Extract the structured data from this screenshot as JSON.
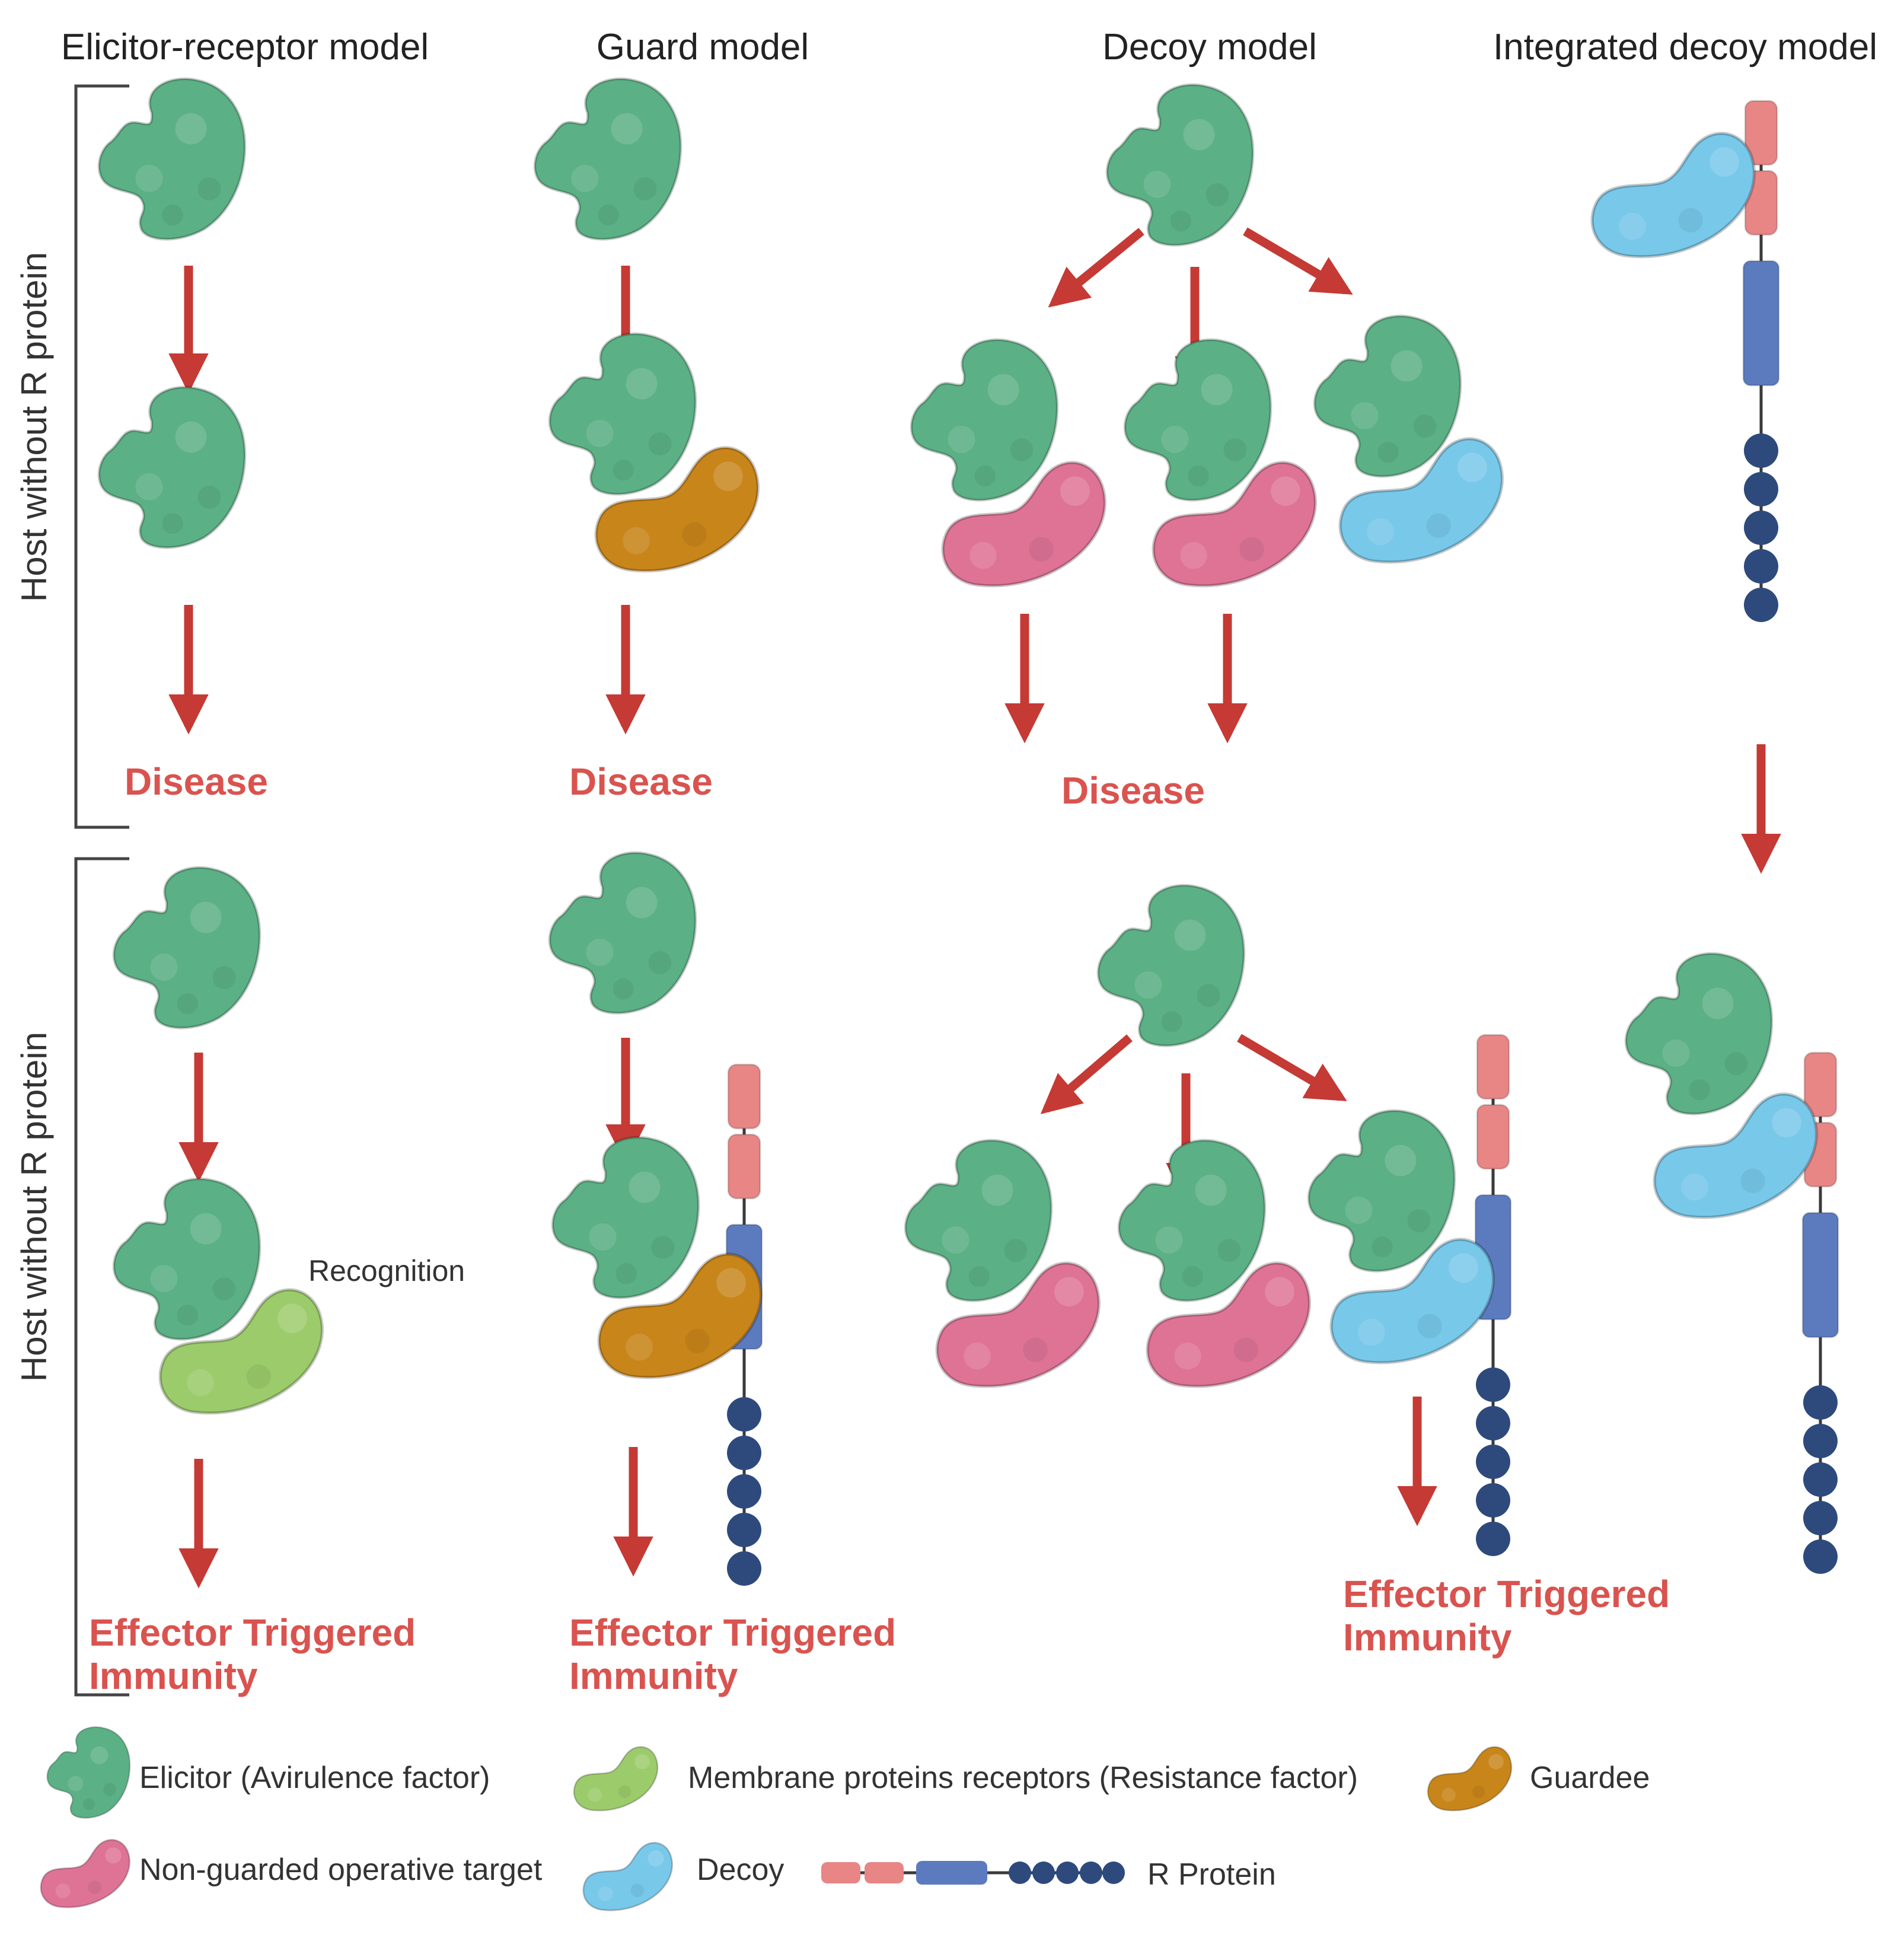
{
  "colors": {
    "elicitor": "#5BB085",
    "receptor": "#9CCB6B",
    "guardee": "#C8851A",
    "target": "#DE7396",
    "decoy": "#78C8EA",
    "r_protein_lrr": "#2E4A7D",
    "r_protein_nb": "#5C7BBF",
    "r_protein_cc": "#E88585",
    "arrow": "#C53A34",
    "outcome_text": "#D9534F"
  },
  "headers": {
    "elicitor_receptor": "Elicitor-receptor model",
    "guard": "Guard model",
    "decoy": "Decoy model",
    "integrated_decoy": "Integrated decoy model"
  },
  "side_labels": {
    "top": "Host without R protein",
    "bottom": "Host without R protein"
  },
  "outcomes": {
    "disease": "Disease",
    "eti_line1": "Effector Triggered",
    "eti_line2": "Immunity"
  },
  "annotations": {
    "recognition": "Recognition"
  },
  "legend": {
    "elicitor": "Elicitor  (Avirulence factor)",
    "receptor": "Membrane proteins receptors (Resistance factor)",
    "guardee": "Guardee",
    "target": "Non-guarded operative target",
    "decoy": "Decoy",
    "r_protein": "R Protein"
  },
  "icons": {
    "elicitor": "elicitor-blob-icon",
    "receptor": "receptor-blob-icon",
    "guardee": "guardee-blob-icon",
    "target": "target-blob-icon",
    "decoy": "decoy-blob-icon",
    "r_protein": "r-protein-chain-icon",
    "arrow": "red-arrow-icon"
  }
}
